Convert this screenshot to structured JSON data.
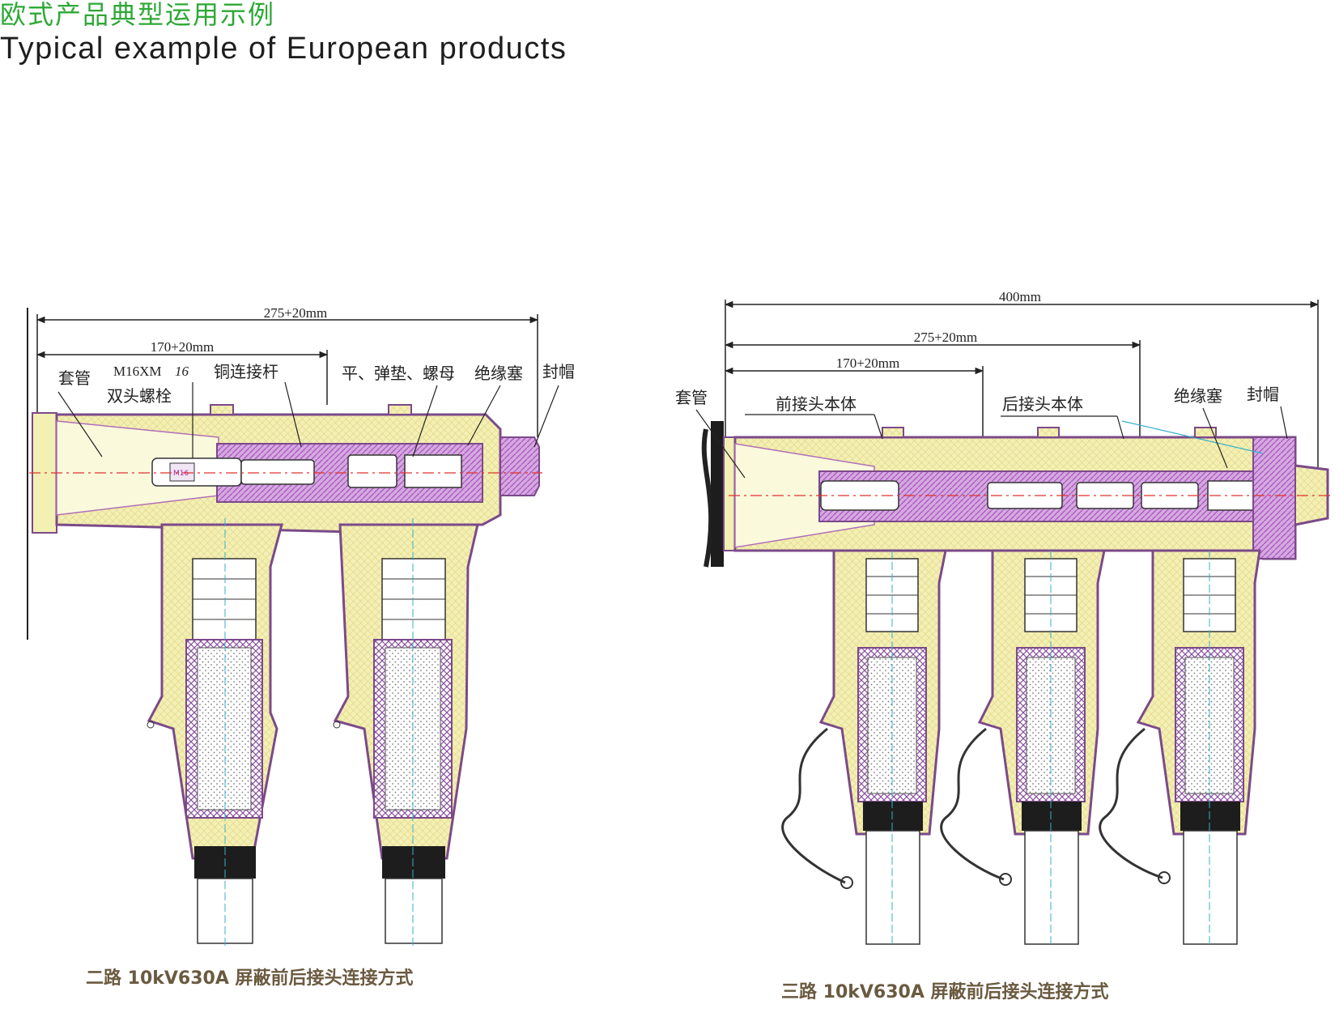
{
  "header": {
    "title_cn": "欧式产品典型运用示例",
    "title_en": "Typical example of European products"
  },
  "colors": {
    "title_cn": "#2ea836",
    "insulation": "#f3f0b4",
    "shield": "#b486c6",
    "conductor": "#a94fbf",
    "cable_jacket": "#ffffff",
    "seal_band": "#1d1d1d",
    "axis_line": "#e0332f",
    "guide_line": "#36b0c8"
  },
  "diagrams": {
    "two_way": {
      "caption": "二路 10kV630A 屏蔽前后接头连接方式",
      "dimensions": {
        "overall": "275+20mm",
        "first": "170+20mm"
      },
      "labels": {
        "bushing": "套管",
        "stud_spec": "M16XM",
        "stud_spec_handwritten": "16",
        "stud": "双头螺栓",
        "copper_rod": "铜连接杆",
        "washers_nut": "平、弹垫、螺母",
        "insulating_plug": "绝缘塞",
        "end_cap": "封帽",
        "stud_marking": "M16"
      }
    },
    "three_way": {
      "caption": "三路 10kV630A 屏蔽前后接头连接方式",
      "dimensions": {
        "overall": "400mm",
        "second": "275+20mm",
        "first": "170+20mm"
      },
      "labels": {
        "bushing": "套管",
        "front_body": "前接头本体",
        "rear_body": "后接头本体",
        "insulating_plug": "绝缘塞",
        "end_cap": "封帽"
      }
    }
  }
}
